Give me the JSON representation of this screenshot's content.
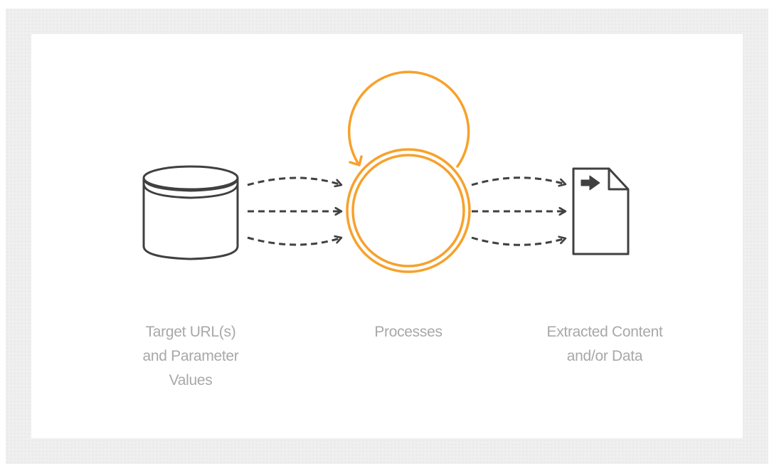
{
  "colors": {
    "accent": "#f7a12b",
    "stroke": "#404040",
    "label": "#a8a8a8",
    "frame": "#efefef",
    "panel": "#ffffff"
  },
  "nodes": [
    {
      "id": "source",
      "icon": "database-icon",
      "label_lines": [
        "Target URL(s)",
        "and Parameter",
        "Values"
      ]
    },
    {
      "id": "process",
      "icon": "loop-circle-icon",
      "label_lines": [
        "Processes"
      ]
    },
    {
      "id": "output",
      "icon": "document-icon",
      "label_lines": [
        "Extracted Content",
        "and/or Data"
      ]
    }
  ],
  "edges": [
    {
      "from": "source",
      "to": "process",
      "count": 3,
      "style": "dashed"
    },
    {
      "from": "process",
      "to": "process",
      "count": 1,
      "style": "solid-loop"
    },
    {
      "from": "process",
      "to": "output",
      "count": 3,
      "style": "dashed"
    }
  ]
}
